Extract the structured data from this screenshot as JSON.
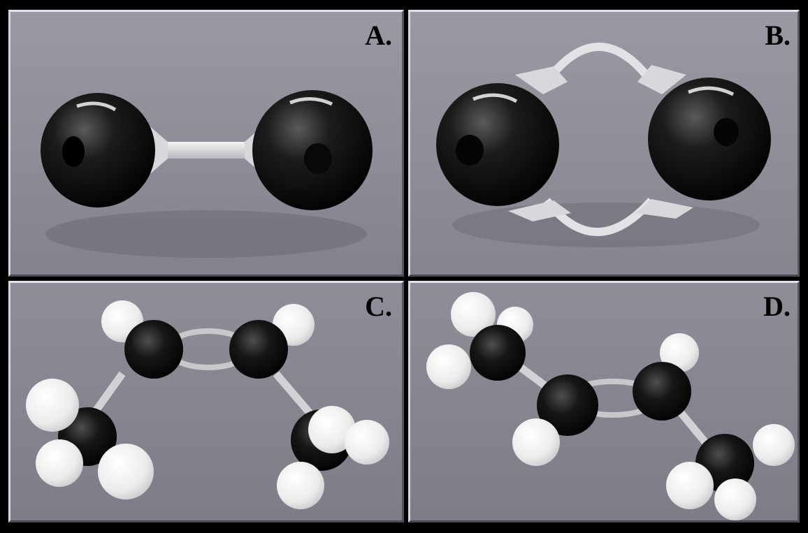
{
  "panels": [
    {
      "id": "A",
      "label": "A."
    },
    {
      "id": "B",
      "label": "B."
    },
    {
      "id": "C",
      "label": "C."
    },
    {
      "id": "D",
      "label": "D."
    }
  ],
  "colors": {
    "background": "#8e8c97",
    "frame": "#000000",
    "carbon": "#111111",
    "bond": "#dcdcdc",
    "hydrogen": "#f2f2f2"
  }
}
